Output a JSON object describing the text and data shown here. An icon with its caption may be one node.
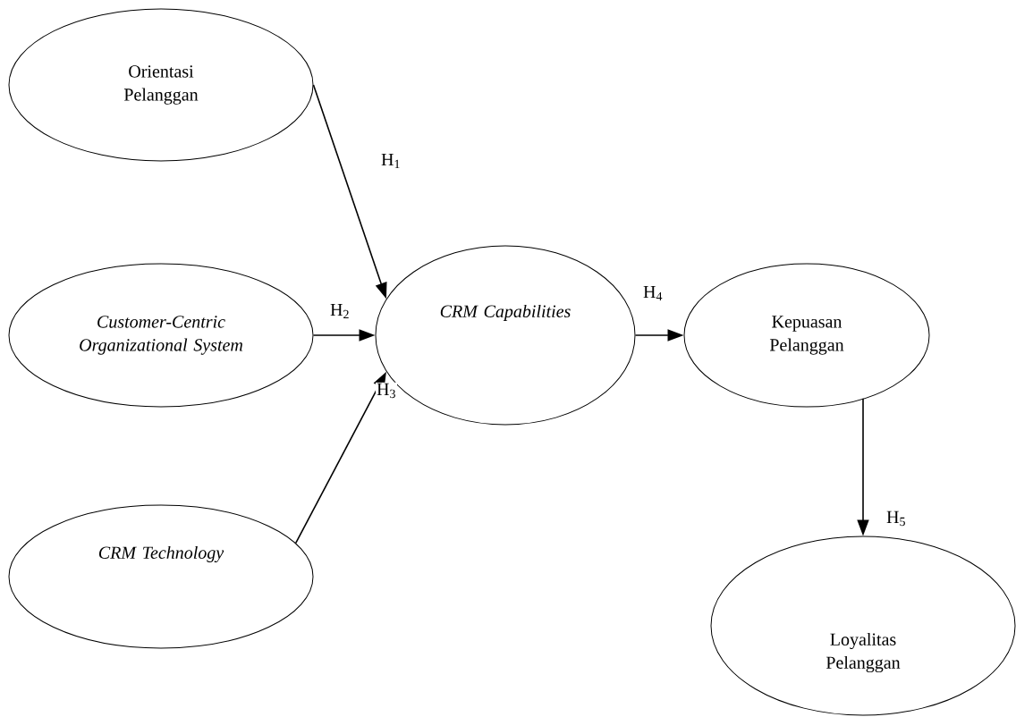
{
  "diagram": {
    "nodes": [
      {
        "text": [
          "Orientasi Pelanggan"
        ]
      },
      {
        "text": [
          "Customer-Centric Organizational System"
        ]
      },
      {
        "text": [
          "CRM Technology"
        ]
      },
      {
        "text": [
          "CRM Capabilities"
        ]
      },
      {
        "text": [
          "Kepuasan Pelanggan"
        ]
      },
      {
        "text": [
          "Loyalitas Pelanggan"
        ]
      }
    ],
    "edges": [
      {
        "from": 0,
        "to": 3,
        "arrow": "to",
        "label": "H$_{1}$"
      },
      {
        "from": 1,
        "to": 3,
        "arrow": "to",
        "label": "H$_{2}$"
      },
      {
        "from": 2,
        "to": 3,
        "arrow": "to",
        "label": "H$_{3}$"
      },
      {
        "from": 3,
        "to": 4,
        "arrow": "to",
        "label": "H$_{4}$"
      },
      {
        "from": 4,
        "to": 5,
        "arrow": "to",
        "label": "H$_{5}$"
      }
    ]
  }
}
